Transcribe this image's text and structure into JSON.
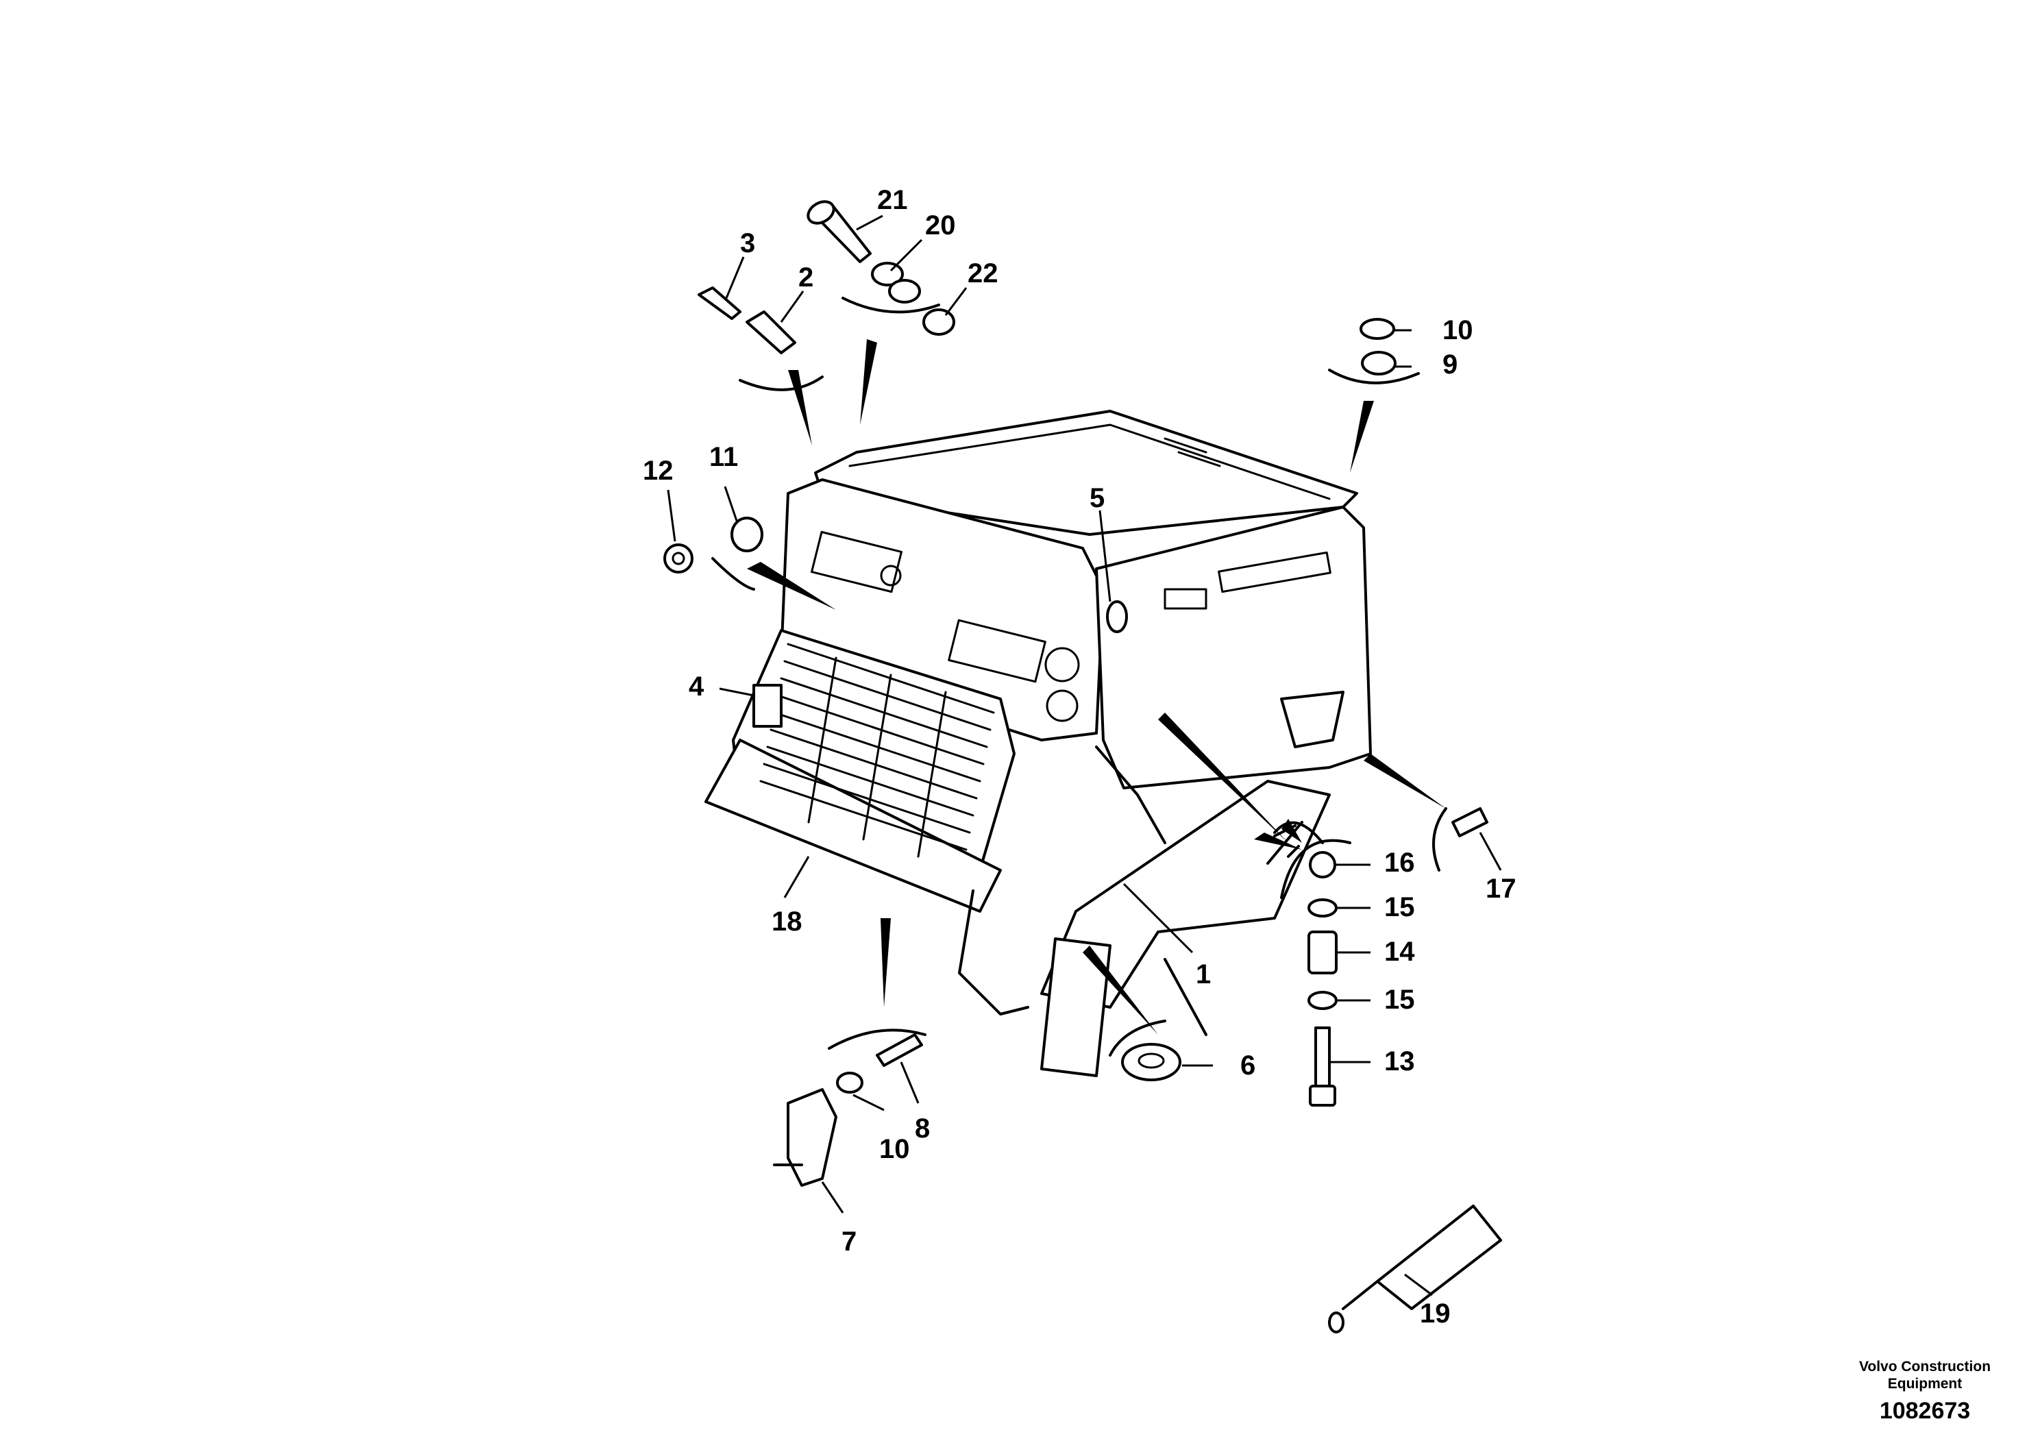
{
  "callouts": {
    "c1": "1",
    "c2": "2",
    "c3": "3",
    "c4": "4",
    "c5": "5",
    "c6": "6",
    "c7": "7",
    "c8": "8",
    "c9": "9",
    "c10a": "10",
    "c10b": "10",
    "c11": "11",
    "c12": "12",
    "c13": "13",
    "c14": "14",
    "c15a": "15",
    "c15b": "15",
    "c16": "16",
    "c17": "17",
    "c18": "18",
    "c19": "19",
    "c20": "20",
    "c21": "21",
    "c22": "22"
  },
  "footer": {
    "maker_line1": "Volvo Construction",
    "maker_line2": "Equipment",
    "doc_number": "1082673"
  }
}
